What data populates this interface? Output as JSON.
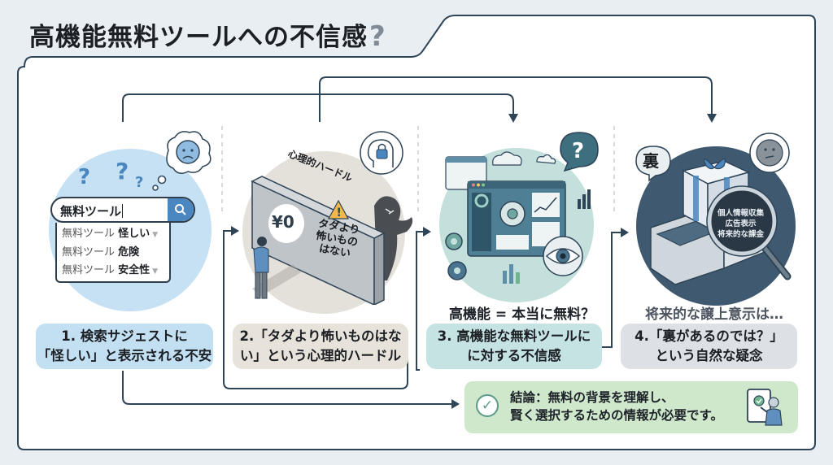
{
  "title": {
    "text": "高機能無料ツールへの不信感",
    "question_mark": "?"
  },
  "colors": {
    "frame_stroke": "#2e4457",
    "panel1_bg": "#c6e1f3",
    "panel2_bg": "#e4e0da",
    "panel3_bg": "#c3e0dc",
    "panel4_bg": "#3f5a70",
    "caption1_bg": "#c3e0f3",
    "caption2_bg": "#e7e2da",
    "caption3_bg": "#c6e3e3",
    "caption4_bg": "#dde1e6",
    "conclusion_bg": "#cfe8cc",
    "accent_blue": "#4a86c0"
  },
  "panels": [
    {
      "id": 1,
      "search": {
        "query": "無料ツール",
        "button_icon": "search-icon"
      },
      "suggestions": [
        {
          "prefix": "無料ツール",
          "keyword": "怪しい"
        },
        {
          "prefix": "無料ツール",
          "keyword": "危険"
        },
        {
          "prefix": "無料ツール",
          "keyword": "安全性"
        }
      ],
      "decor": [
        "question-marks",
        "worried-face-thought-bubble"
      ],
      "caption": [
        "1. 検索サジェストに",
        "「怪しい」と表示される不安"
      ]
    },
    {
      "id": 2,
      "wall_label": "心理的ハードル",
      "price_badge": "¥0",
      "wall_message": [
        "タダより",
        "怖いもの",
        "はない"
      ],
      "decor": [
        "person-thinking",
        "shadow-monster",
        "head-lock-icon",
        "warning-icon"
      ],
      "caption": [
        "2.「タダより怖いものはな",
        "い」という心理的ハードル"
      ]
    },
    {
      "id": 3,
      "subcaption": "高機能 = 本当に無料？",
      "decor": [
        "dashboard-window",
        "gears",
        "cloud-upload",
        "eye-icon",
        "question-bubble"
      ],
      "caption": [
        "3. 高機能な無料ツールに",
        "に対する不信感"
      ]
    },
    {
      "id": 4,
      "bubble_label": "裏",
      "magnifier_lines": [
        "個人情報収集",
        "広告表示",
        "将来的な課金"
      ],
      "subcaption": "将来的な譲上意示は…",
      "decor": [
        "gift-box",
        "open-drawer",
        "magnifying-glass",
        "thinking-face"
      ],
      "caption": [
        "4.「裏があるのでは？」",
        "という自然な疑念"
      ]
    }
  ],
  "conclusion": {
    "icon": "check-circle-icon",
    "lines": [
      "結論：無料の背景を理解し、",
      "賢く選択するための情報が必要です。"
    ],
    "illustration": "presenter-screen-icon"
  }
}
